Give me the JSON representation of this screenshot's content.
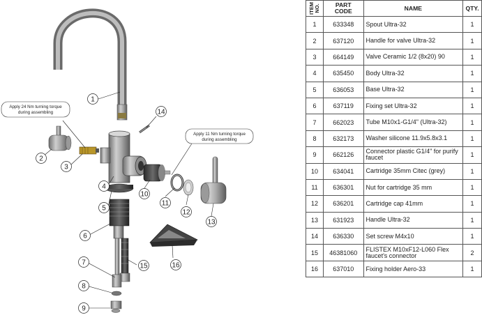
{
  "notes": {
    "left": [
      "Apply 24 Nm turning torque",
      "during assembling"
    ],
    "right": [
      "Apply 11 Nm turning torque",
      "during assembling"
    ]
  },
  "callouts": [
    "1",
    "2",
    "3",
    "4",
    "5",
    "6",
    "7",
    "8",
    "9",
    "10",
    "11",
    "12",
    "13",
    "14",
    "15",
    "16"
  ],
  "table": {
    "headers": {
      "item": "ITEM\nNO.",
      "code": "PART\nCODE",
      "name": "NAME",
      "qty": "QTY."
    },
    "rows": [
      {
        "item": "1",
        "code": "633348",
        "name": "Spout Ultra-32",
        "qty": "1"
      },
      {
        "item": "2",
        "code": "637120",
        "name": "Handle for valve Ultra-32",
        "qty": "1"
      },
      {
        "item": "3",
        "code": "664149",
        "name": "Valve Ceramic 1/2 (8x20) 90",
        "qty": "1"
      },
      {
        "item": "4",
        "code": "635450",
        "name": "Body Ultra-32",
        "qty": "1"
      },
      {
        "item": "5",
        "code": "636053",
        "name": "Base Ultra-32",
        "qty": "1"
      },
      {
        "item": "6",
        "code": "637119",
        "name": "Fixing set Ultra-32",
        "qty": "1"
      },
      {
        "item": "7",
        "code": "662023",
        "name": "Tube M10x1-G1/4\" (Ultra-32)",
        "qty": "1"
      },
      {
        "item": "8",
        "code": "632173",
        "name": "Washer silicone 11.9x5.8x3.1",
        "qty": "1"
      },
      {
        "item": "9",
        "code": "662126",
        "name": "Connector plastic G1/4\" for purify faucet",
        "qty": "1"
      },
      {
        "item": "10",
        "code": "634041",
        "name": "Cartridge 35mm Citec (grey)",
        "qty": "1"
      },
      {
        "item": "11",
        "code": "636301",
        "name": "Nut for cartridge 35 mm",
        "qty": "1"
      },
      {
        "item": "12",
        "code": "636201",
        "name": "Cartridge cap 41mm",
        "qty": "1"
      },
      {
        "item": "13",
        "code": "631923",
        "name": "Handle Ultra-32",
        "qty": "1"
      },
      {
        "item": "14",
        "code": "636330",
        "name": "Set screw M4x10",
        "qty": "1"
      },
      {
        "item": "15",
        "code": "46381060",
        "name": "FLISTEX M10xF12-L060 Flex faucet's connector",
        "qty": "2"
      },
      {
        "item": "16",
        "code": "637010",
        "name": "Fixing holder Aero-33",
        "qty": "1"
      }
    ]
  }
}
